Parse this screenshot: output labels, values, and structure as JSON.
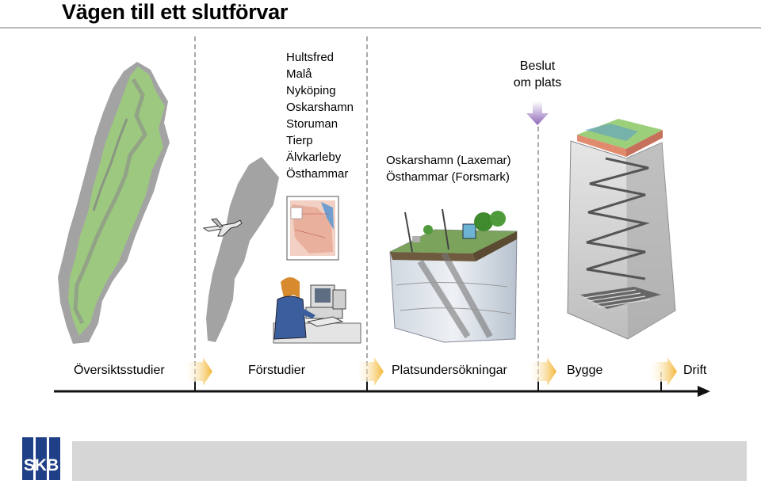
{
  "title": "Vägen till ett slutförvar",
  "feasibility_sites": [
    "Hultsfred",
    "Malå",
    "Nyköping",
    "Oskarshamn",
    "Storuman",
    "Tierp",
    "Älvkarleby",
    "Östhammar"
  ],
  "investigation_sites": [
    "Oskarshamn (Laxemar)",
    "Östhammar (Forsmark)"
  ],
  "decision": {
    "line1": "Beslut",
    "line2": "om plats"
  },
  "stages": [
    "Översiktsstudier",
    "Förstudier",
    "Platsundersökningar",
    "Bygge",
    "Drift"
  ],
  "logo": {
    "text": "SKB"
  },
  "colors": {
    "map_green": "#9ccf7a",
    "map_gray": "#a3a3a3",
    "stage_arrow": "#f3b634",
    "decision_arrow": "#8e67b8",
    "skb_blue": "#1f3f86"
  }
}
